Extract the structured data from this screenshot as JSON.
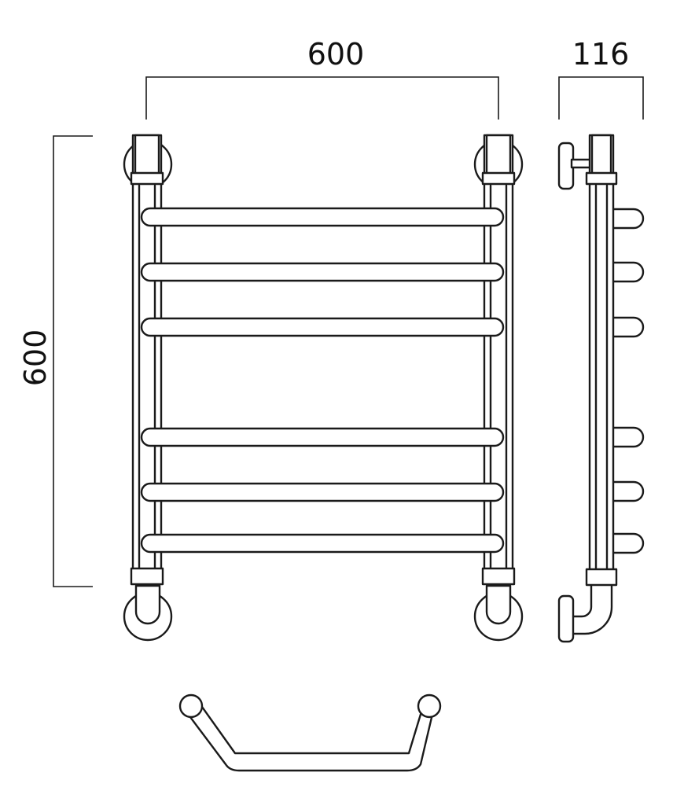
{
  "dimensions": {
    "front_width": "600",
    "front_height": "600",
    "side_depth": "116"
  },
  "colors": {
    "line": "#1a1a1a",
    "background": "#ffffff"
  }
}
